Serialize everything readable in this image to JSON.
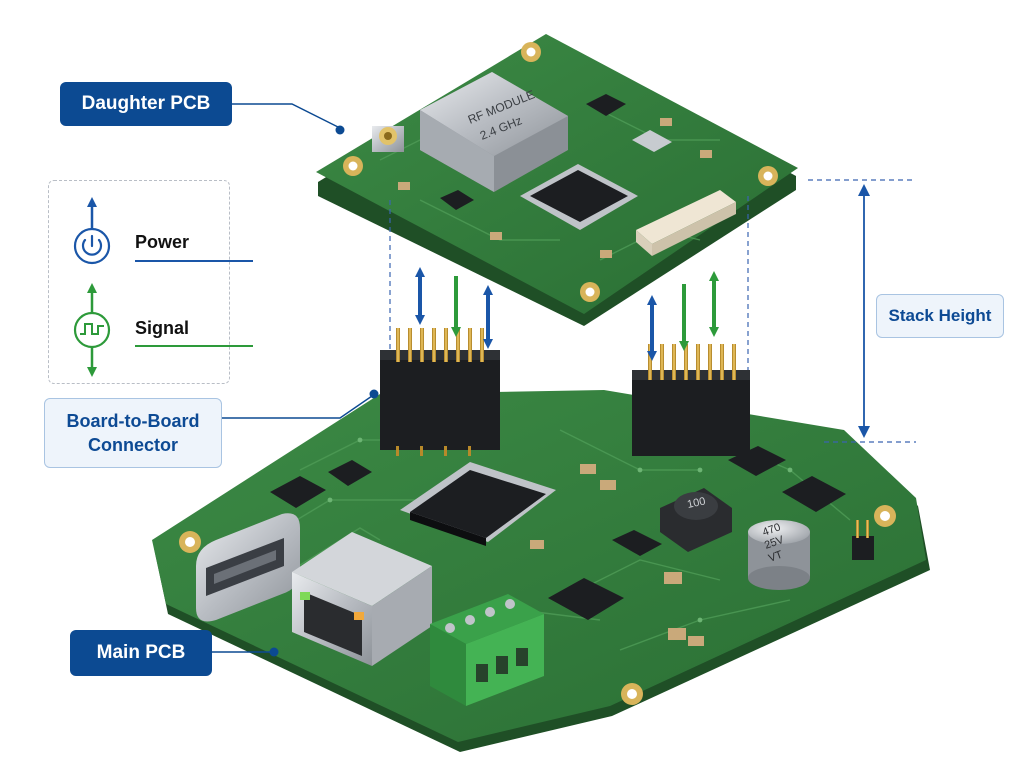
{
  "callouts": {
    "daughter_pcb": "Daughter PCB",
    "board_to_board": [
      "Board-to-Board",
      "Connector"
    ],
    "main_pcb": "Main PCB",
    "stack_height": "Stack Height"
  },
  "legend": {
    "power": {
      "label": "Power",
      "icon": "power-icon",
      "color": "#1a56a8"
    },
    "signal": {
      "label": "Signal",
      "icon": "signal-icon",
      "color": "#2d9a3a"
    }
  },
  "components": {
    "rf_module_text": [
      "RF MODULE",
      "2.4 GHz"
    ],
    "inductor_text": "100",
    "capacitor_text": [
      "470",
      "25V",
      "VT"
    ]
  },
  "colors": {
    "callout_dark": "#0c4a92",
    "callout_light": "#eef4fb",
    "pcb_green": "#2f7a3a",
    "power_arrow": "#1a56a8",
    "signal_arrow": "#2d9a3a"
  }
}
